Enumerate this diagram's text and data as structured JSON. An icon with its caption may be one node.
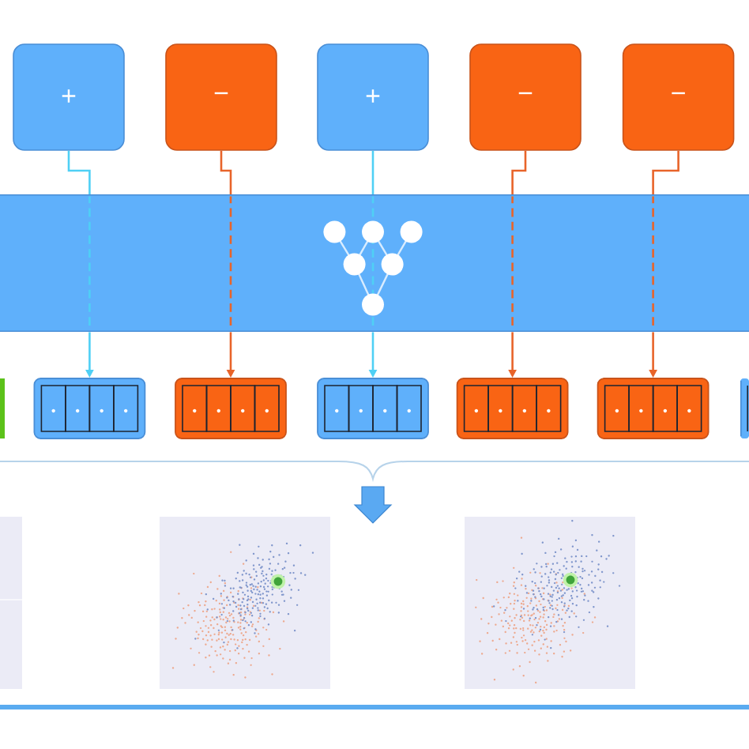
{
  "diagram": {
    "nodes": [
      {
        "text": [
          "+"
        ]
      },
      {
        "text": [
          "−"
        ]
      },
      {
        "text": [
          "+"
        ]
      },
      {
        "text": [
          "−"
        ]
      },
      {
        "text": [
          "−"
        ]
      },
      {
        "text": [],
        "shape": "bar"
      },
      {
        "text": [],
        "shape": "box"
      },
      {
        "text": [],
        "shape": "box"
      },
      {
        "text": [],
        "shape": "box"
      },
      {
        "text": [],
        "shape": "box"
      },
      {
        "text": [],
        "shape": "box"
      },
      {
        "text": [],
        "shape": "box"
      },
      {
        "text": [],
        "shape": "box"
      }
    ],
    "edges": [
      {
        "from": 0,
        "to": 5,
        "arrow": "none",
        "color": "#4fd0f5"
      },
      {
        "from": 5,
        "to": 7,
        "arrow": "to",
        "color": "#4fd0f5"
      },
      {
        "from": 1,
        "to": 5,
        "arrow": "none"
      },
      {
        "from": 5,
        "to": 8,
        "arrow": "to"
      },
      {
        "from": 2,
        "to": 5,
        "arrow": "none",
        "color": "#4fd0f5"
      },
      {
        "from": 5,
        "to": 9,
        "arrow": "to",
        "color": "#4fd0f5"
      },
      {
        "from": 3,
        "to": 5,
        "arrow": "none"
      },
      {
        "from": 5,
        "to": 10,
        "arrow": "to"
      },
      {
        "from": 4,
        "to": 5,
        "arrow": "none"
      },
      {
        "from": 5,
        "to": 11,
        "arrow": "to"
      }
    ]
  }
}
